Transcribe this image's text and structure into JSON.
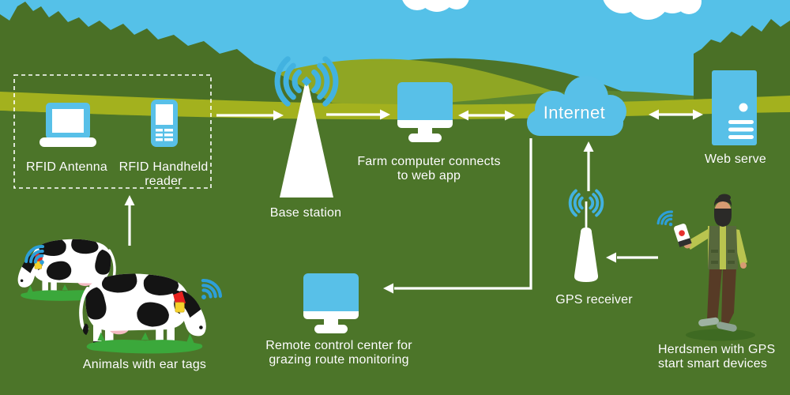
{
  "scene": {
    "title": "Smart grazing / livestock monitoring system diagram",
    "labels": {
      "rfid_antenna": "RFID Antenna",
      "rfid_handheld_line1": "RFID Handheld",
      "rfid_handheld_line2": "reader",
      "base_station": "Base station",
      "farm_computer_line1": "Farm computer connects",
      "farm_computer_line2": "to web app",
      "internet": "Internet",
      "web_server": "Web serve",
      "gps_receiver": "GPS receiver",
      "remote_center_line1": "Remote control center for",
      "remote_center_line2": "grazing route monitoring",
      "animals": "Animals with ear tags",
      "herdsmen_line1": "Herdsmen with GPS",
      "herdsmen_line2": "start smart devices"
    },
    "icons": {
      "rfid_antenna": "laptop-icon",
      "rfid_handheld": "handheld-reader-icon",
      "base_station": "radio-tower-icon",
      "farm_computer": "monitor-icon",
      "internet": "cloud-icon",
      "web_server": "server-icon",
      "gps_receiver": "gps-beacon-icon",
      "remote_center": "monitor-icon",
      "animals": "cow-with-ear-tag",
      "herdsman": "herdsman-with-phone",
      "signal": "wifi-signal-icon"
    },
    "colors": {
      "sky": "#55C1E8",
      "cloud_white": "#FFFFFF",
      "mountain_green": "#4A7026",
      "hill_light_olive": "#8FA624",
      "hill_mid_green": "#5C8630",
      "band_olive": "#A3B11E",
      "field_green": "#4C7529",
      "icon_blue": "#58C0E8",
      "tower_arc_blue": "#42B2E0",
      "signal_blue": "#2D9FD8",
      "grass_green": "#3BA83B",
      "collar_red": "#E8221E",
      "ear_tag_yellow": "#F5D22C",
      "udder_pink": "#F3B9C1",
      "vest_green": "#57683C",
      "shirt_green": "#B9C44F",
      "pants_brown": "#573B26",
      "skin": "#D79B72",
      "arrow_white": "#FFFFFF"
    }
  }
}
